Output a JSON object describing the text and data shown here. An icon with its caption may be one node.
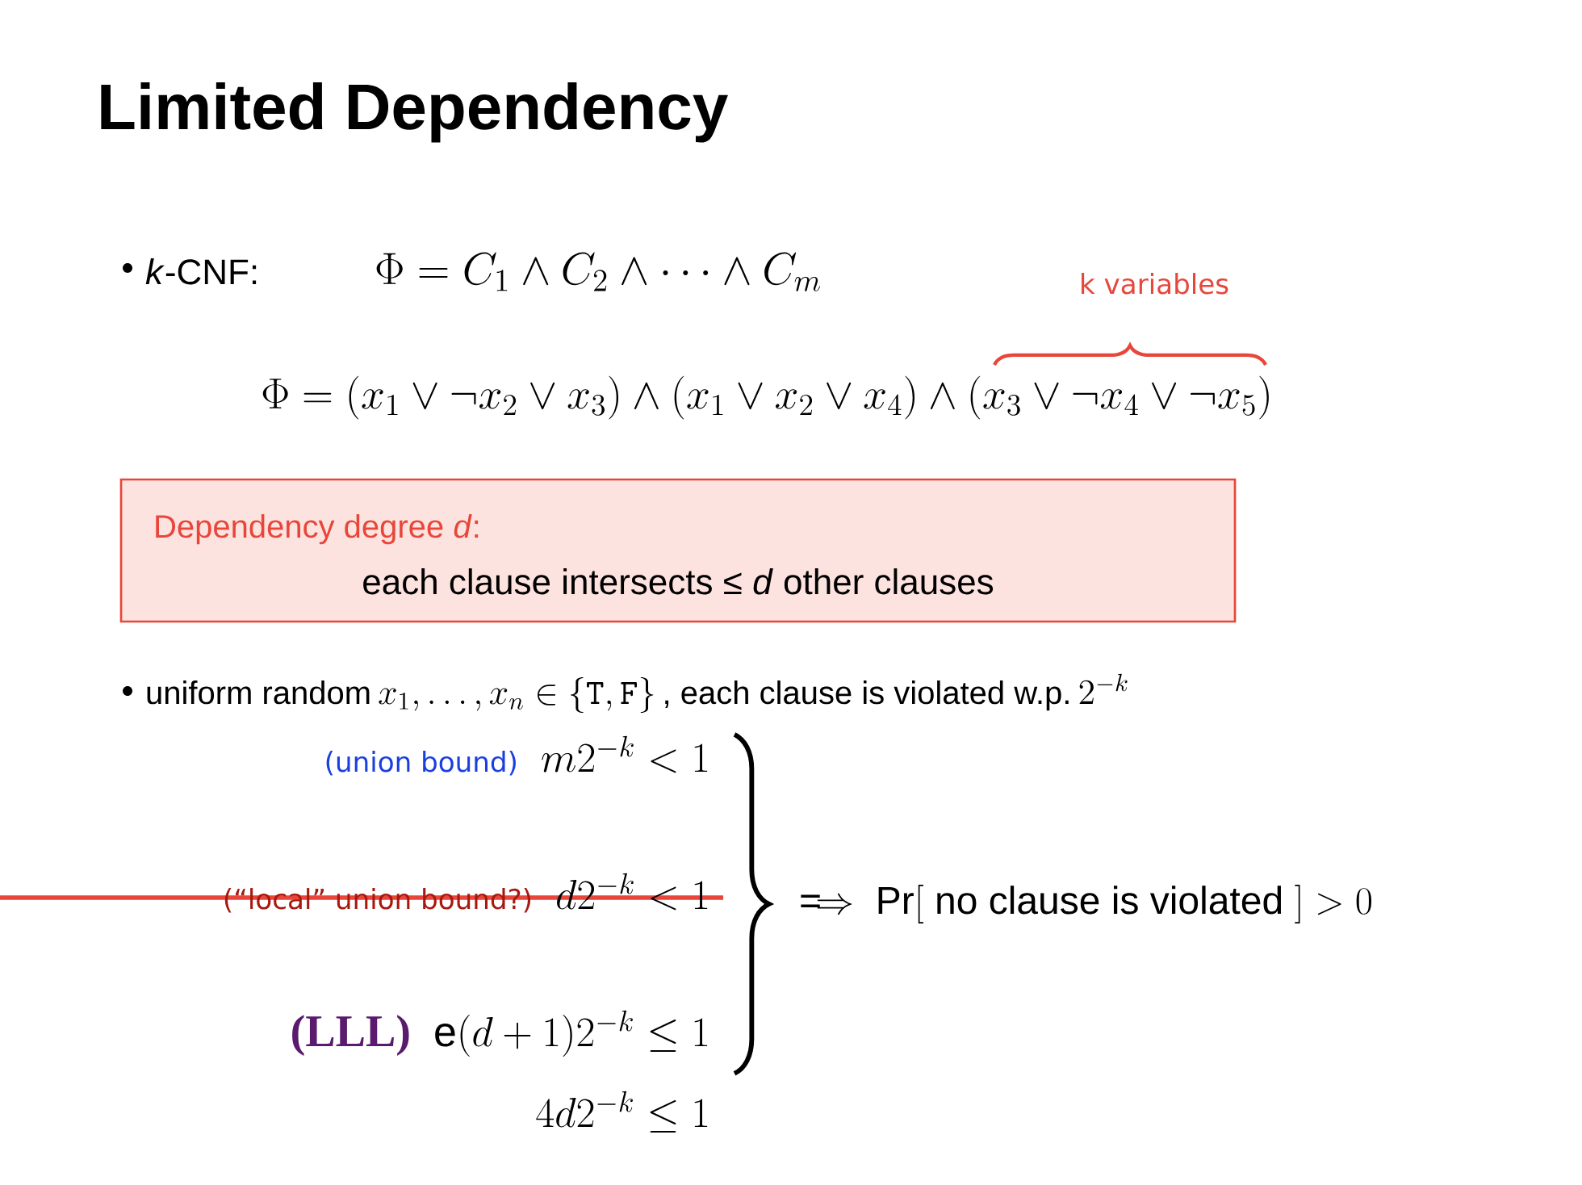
{
  "diagram": {
    "title": "Limited Dependency",
    "nodes": [
      {
        "text": [
          "Dependency degree *d*:",
          "each clause intersects ≤ *d* other clauses"
        ]
      }
    ],
    "labels": [
      "*k*-CNF:",
      "\\Phi = C_1 \\wedge C_2 \\wedge \\cdots \\wedge C_m",
      "k variables",
      "\\Phi = (x_1 \\vee \\neg x_2 \\vee x_3) \\wedge (x_1 \\vee x_2 \\vee x_4) \\wedge (x_3 \\vee \\neg x_4 \\vee \\neg x_5)",
      "uniform random",
      "x_1, \\ldots, x_n \\in \\{\\mathtt{T}, \\mathtt{F}\\}",
      ", each clause is violated w.p.",
      "2^{-k}",
      "(union bound)",
      "m2^{-k} < 1",
      "(“local” union bound?)",
      "d2^{-k} < 1",
      "(LLL)",
      "\\mathrm{e}(d+1)2^{-k} \\le 1",
      "4d2^{-k} \\le 1",
      "\\Longrightarrow\\;\\Pr[\\text{ no clause is violated }] > 0"
    ]
  }
}
